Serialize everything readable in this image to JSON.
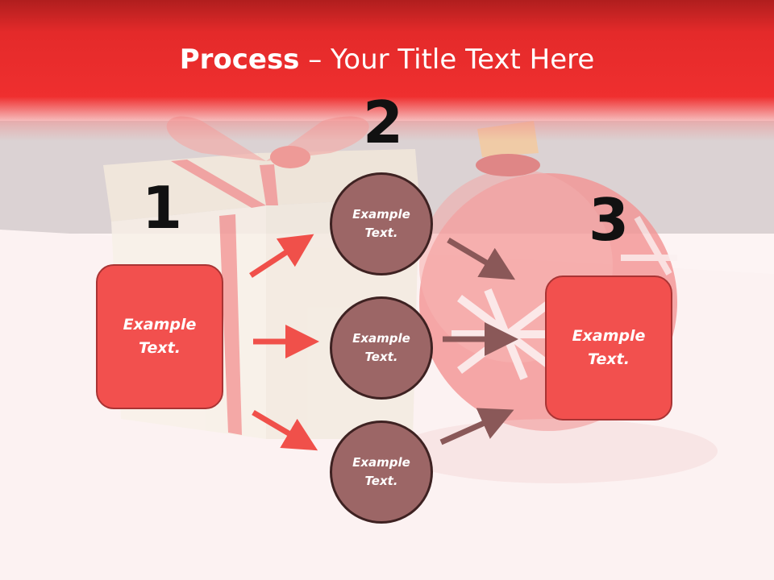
{
  "slide": {
    "title_bold": "Process",
    "title_rest": " – Your Title Text Here"
  },
  "steps": {
    "step1_number": "1",
    "step2_number": "2",
    "step3_number": "3"
  },
  "nodes": {
    "left_box": "Example Text.",
    "circle_top": "Example Text.",
    "circle_middle": "Example Text.",
    "circle_bottom": "Example Text.",
    "right_box": "Example Text."
  },
  "colors": {
    "header": "#ef2f2f",
    "box_fill": "#f2504e",
    "circle_fill": "#9c6666",
    "arrow_left": "#f0504a",
    "arrow_right": "#8a5858"
  }
}
